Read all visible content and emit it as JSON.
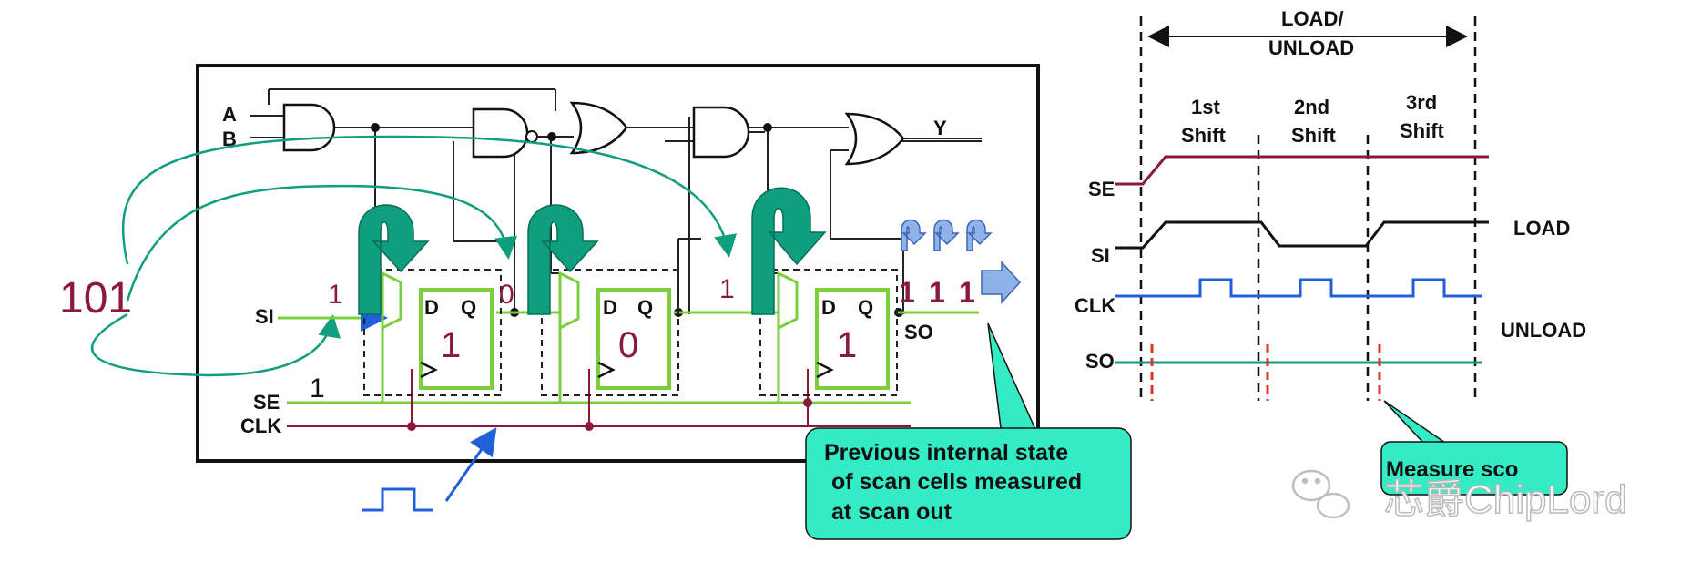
{
  "colors": {
    "green": "#7ccf3c",
    "teal": "#0f9e7e",
    "maroon": "#8b1a3a",
    "blue": "#2060d8",
    "callout": "#33ecc6",
    "red": "#e0302a"
  },
  "circuit": {
    "input_a": "A",
    "input_b": "B",
    "output_y": "Y",
    "pattern": "101",
    "si_label": "SI",
    "se_label": "SE",
    "clk_label": "CLK",
    "so_label": "SO",
    "se_value": "1",
    "in_bits": [
      "1",
      "0",
      "1"
    ],
    "cell_d": "D",
    "cell_q": "Q",
    "cell_values": [
      "1",
      "0",
      "1"
    ],
    "out_bits": [
      "1",
      "1",
      "1"
    ],
    "callout_lines": [
      "Previous internal state",
      "of scan cells measured",
      "at scan out"
    ]
  },
  "timing": {
    "load_unload_line1": "LOAD/",
    "load_unload_line2": "UNLOAD",
    "shift1": [
      "1st",
      "Shift"
    ],
    "shift2": [
      "2nd",
      "Shift"
    ],
    "shift3": [
      "3rd",
      "Shift"
    ],
    "se_label": "SE",
    "si_label": "SI",
    "clk_label": "CLK",
    "so_label": "SO",
    "load_label": "LOAD",
    "unload_label": "UNLOAD",
    "measure_label": "Measure  sco"
  },
  "watermark": {
    "text": "芯爵ChipLord",
    "icon": "wechat-icon"
  }
}
